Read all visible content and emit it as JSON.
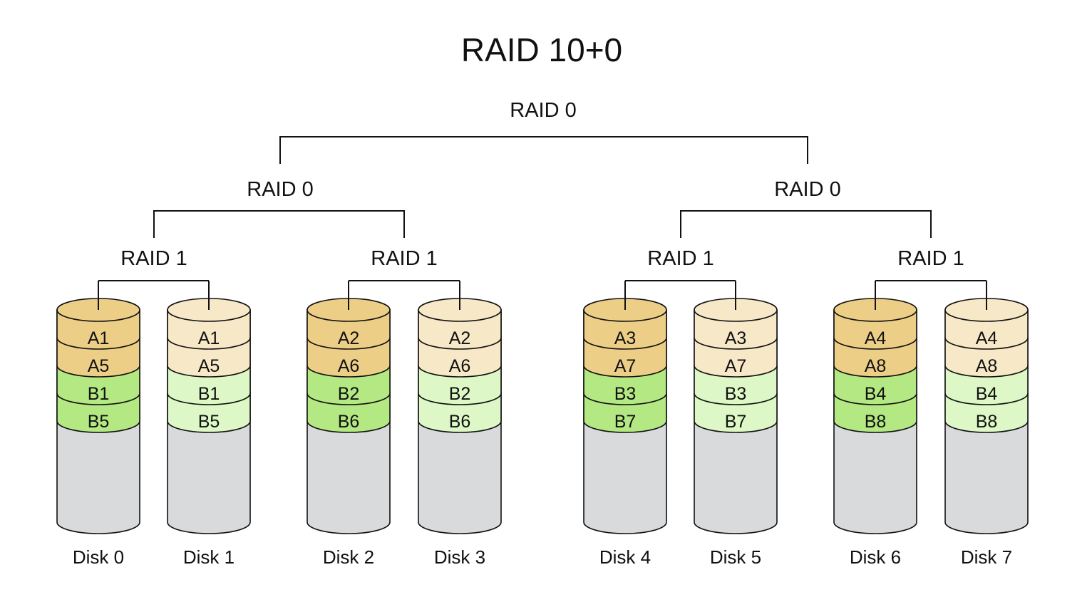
{
  "title": "RAID 10+0",
  "colors": {
    "primary_a": "#EDCE87",
    "mirror_a": "#F7E8C8",
    "primary_b": "#B4E882",
    "mirror_b": "#DDF8C6",
    "empty": "#D9DADC",
    "stroke": "#111111"
  },
  "top": {
    "label": "RAID 0"
  },
  "groups": [
    {
      "label": "RAID 0",
      "pairs": [
        {
          "label": "RAID 1",
          "disks": [
            {
              "label": "Disk 0",
              "role": "primary",
              "blocks": [
                "A1",
                "A5",
                "B1",
                "B5"
              ]
            },
            {
              "label": "Disk 1",
              "role": "mirror",
              "blocks": [
                "A1",
                "A5",
                "B1",
                "B5"
              ]
            }
          ]
        },
        {
          "label": "RAID 1",
          "disks": [
            {
              "label": "Disk 2",
              "role": "primary",
              "blocks": [
                "A2",
                "A6",
                "B2",
                "B6"
              ]
            },
            {
              "label": "Disk 3",
              "role": "mirror",
              "blocks": [
                "A2",
                "A6",
                "B2",
                "B6"
              ]
            }
          ]
        }
      ]
    },
    {
      "label": "RAID 0",
      "pairs": [
        {
          "label": "RAID 1",
          "disks": [
            {
              "label": "Disk 4",
              "role": "primary",
              "blocks": [
                "A3",
                "A7",
                "B3",
                "B7"
              ]
            },
            {
              "label": "Disk 5",
              "role": "mirror",
              "blocks": [
                "A3",
                "A7",
                "B3",
                "B7"
              ]
            }
          ]
        },
        {
          "label": "RAID 1",
          "disks": [
            {
              "label": "Disk 6",
              "role": "primary",
              "blocks": [
                "A4",
                "A8",
                "B4",
                "B8"
              ]
            },
            {
              "label": "Disk 7",
              "role": "mirror",
              "blocks": [
                "A4",
                "A8",
                "B4",
                "B8"
              ]
            }
          ]
        }
      ]
    }
  ]
}
